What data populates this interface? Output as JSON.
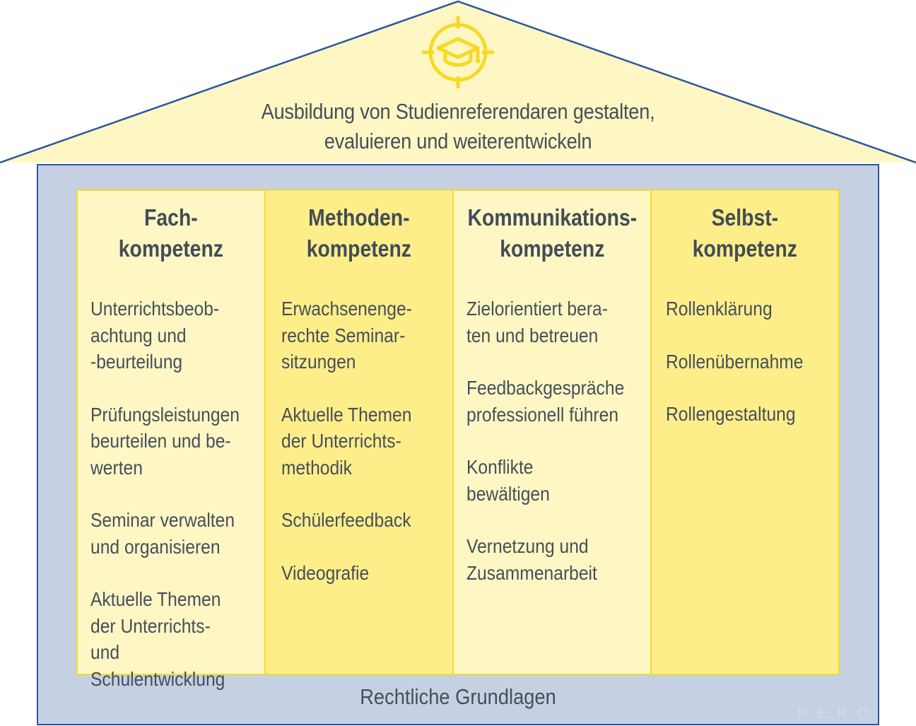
{
  "roof": {
    "title_line1": "Ausbildung von Studienreferendaren gestalten,",
    "title_line2": "evaluieren und weiterentwickeln",
    "icon": "graduation-target-icon"
  },
  "pillars": [
    {
      "heading_line1": "Fach-",
      "heading_line2": "kompetenz",
      "items": [
        "Unterrichtsbeob-\nachtung und\n-beurteilung",
        "Prüfungsleistungen\nbeurteilen und be-\nwerten",
        "Seminar verwalten\nund organisieren",
        "Aktuelle Themen\nder Unterrichts- und\nSchulentwicklung"
      ]
    },
    {
      "heading_line1": "Methoden-",
      "heading_line2": "kompetenz",
      "items": [
        "Erwachsenenge-\nrechte Seminar-\nsitzungen",
        "Aktuelle Themen\nder Unterrichts-\nmethodik",
        "Schülerfeedback",
        "Videografie"
      ]
    },
    {
      "heading_line1": "Kommunikations-",
      "heading_line2": "kompetenz",
      "items": [
        "Zielorientiert bera-\nten und betreuen",
        "Feedbackgespräche\nprofessionell führen",
        "Konflikte\nbewältigen",
        "Vernetzung und\nZusammenarbeit"
      ]
    },
    {
      "heading_line1": "Selbst-",
      "heading_line2": "kompetenz",
      "items": [
        "Rollenklärung",
        "Rollenübernahme",
        "Rollengestaltung"
      ]
    }
  ],
  "foundation": {
    "label": "Rechtliche Grundlagen"
  },
  "watermark": "H. E. R. O.",
  "colors": {
    "roof_fill": "#fef7c4",
    "roof_outline": "#2d55a0",
    "body_fill": "#c5d1e3",
    "pillar_light": "#fef7c4",
    "pillar_dark": "#fdee8a",
    "pillar_border": "#f5dc2a",
    "icon": "#f7d923",
    "text": "#454f5a"
  }
}
